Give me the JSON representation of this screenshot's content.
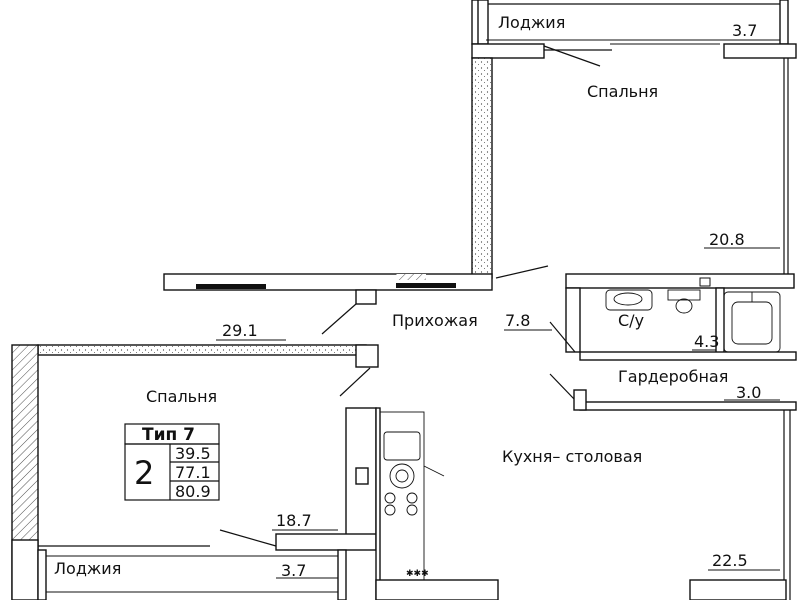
{
  "rooms": {
    "loggia_top": {
      "name": "Лоджия",
      "area": "3.7"
    },
    "bedroom_top": {
      "name": "Спальня",
      "area": "20.8"
    },
    "hall": {
      "name": "Прихожая",
      "area": "7.8"
    },
    "bathroom": {
      "name": "С/у",
      "area": "4.3"
    },
    "wardrobe": {
      "name": "Гардеробная",
      "area": "3.0"
    },
    "kitchen": {
      "name": "Кухня– столовая",
      "area": "22.5"
    },
    "bedroom_left": {
      "name": "Спальня",
      "area": "18.7"
    },
    "loggia_bottom": {
      "name": "Лоджия",
      "area": "3.7"
    },
    "corridor_area": "29.1"
  },
  "type_box": {
    "title": "Тип 7",
    "rooms_count": "2",
    "area_living": "39.5",
    "area_total": "77.1",
    "area_with_loggia": "80.9"
  }
}
